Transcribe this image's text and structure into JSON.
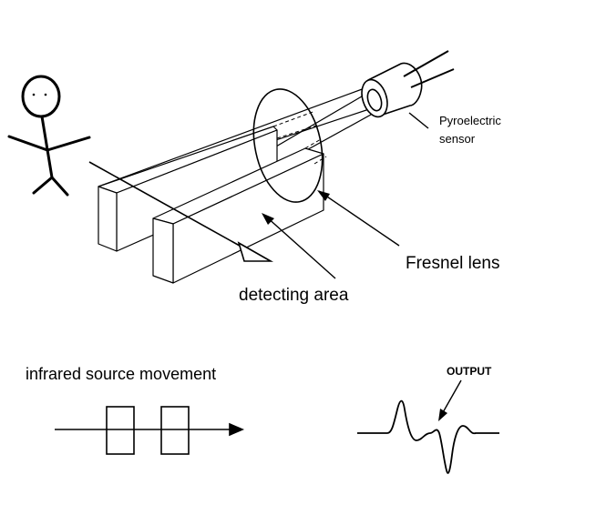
{
  "diagram": {
    "labels": {
      "sensor_line1": "Pyroelectric",
      "sensor_line2": "sensor",
      "lens": "Fresnel lens",
      "area": "detecting area",
      "movement": "infrared source movement",
      "output": "OUTPUT"
    },
    "icons": {
      "person": "stick-figure-person-icon",
      "sensor": "cylinder-sensor-icon",
      "lens": "ellipse-lens-icon"
    },
    "colors": {
      "ink": "#000000",
      "background": "#ffffff"
    }
  }
}
